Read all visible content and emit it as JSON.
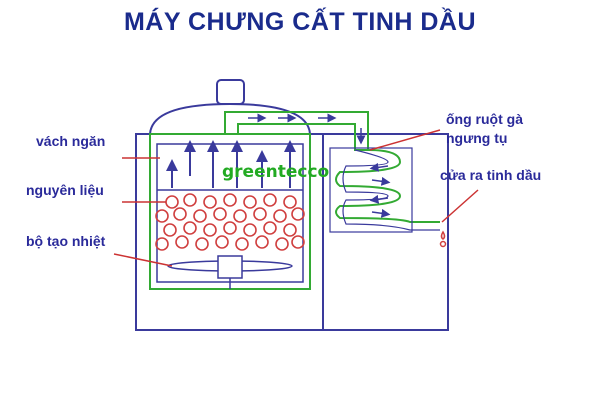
{
  "title": "MÁY CHƯNG CẤT TINH DẦU",
  "brand": "greentecco",
  "labels": {
    "partition": "vách ngăn",
    "material": "nguyên liệu",
    "heater": "bộ tạo nhiệt",
    "coil_line1": "ống ruột gà",
    "coil_line2": "ngưng tụ",
    "outlet": "cửa ra tinh dầu"
  },
  "colors": {
    "outline": "#3a3a9c",
    "steam_pipe": "#33aa33",
    "pointer": "#cc3333",
    "material_circle": "#d04040",
    "title": "#1a2b8c",
    "brand": "#22aa22"
  }
}
